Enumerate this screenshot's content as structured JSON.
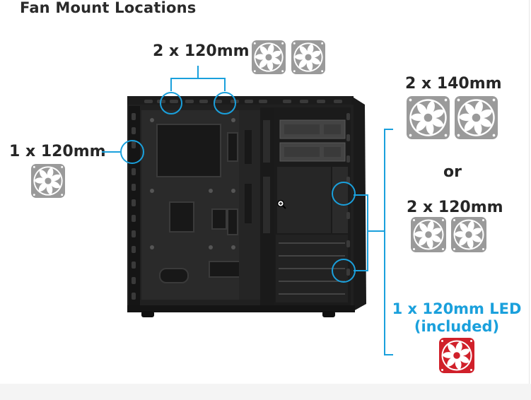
{
  "title": "Fan Mount Locations",
  "labels": {
    "top": "2 x 120mm",
    "side": "1 x 120mm",
    "front_140": "2 x 140mm",
    "or": "or",
    "front_120": "2 x 120mm",
    "led_line1": "1 x 120mm LED",
    "led_line2": "(included)"
  },
  "colors": {
    "accent": "#1aa0dc",
    "fan_gray": "#9a9a9a",
    "fan_red": "#d0202a",
    "text": "#262626"
  },
  "icons": {
    "fan": "fan-icon",
    "zoom": "zoom-in-cursor-icon"
  }
}
